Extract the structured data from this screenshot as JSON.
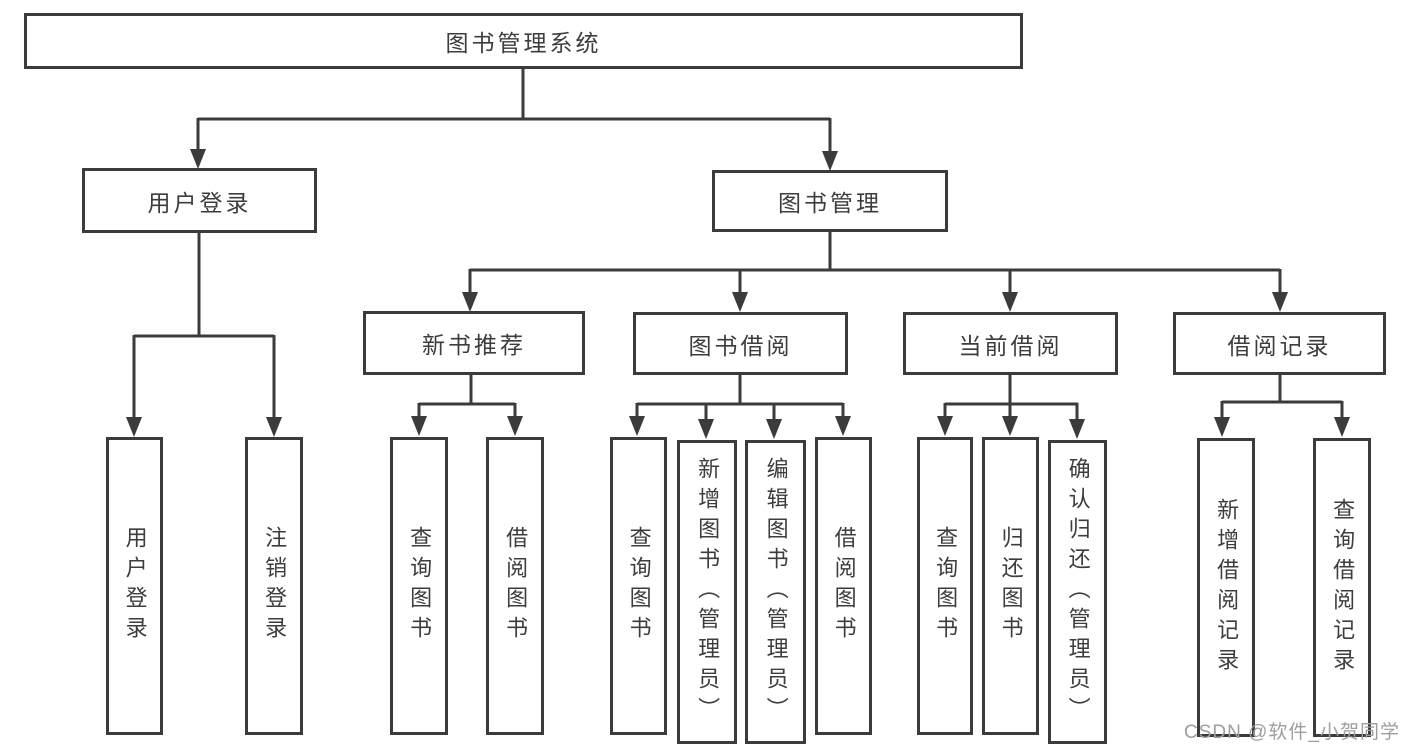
{
  "tree": {
    "root": {
      "label": "图书管理系统"
    },
    "branches": [
      {
        "label": "用户登录",
        "leaves": [
          {
            "label": "用户登录"
          },
          {
            "label": "注销登录"
          }
        ]
      },
      {
        "label": "图书管理",
        "groups": [
          {
            "label": "新书推荐",
            "leaves": [
              {
                "label": "查询图书"
              },
              {
                "label": "借阅图书"
              }
            ]
          },
          {
            "label": "图书借阅",
            "leaves": [
              {
                "label": "查询图书"
              },
              {
                "label": "新增图书（管理员）"
              },
              {
                "label": "编辑图书（管理员）"
              },
              {
                "label": "借阅图书"
              }
            ]
          },
          {
            "label": "当前借阅",
            "leaves": [
              {
                "label": "查询图书"
              },
              {
                "label": "归还图书"
              },
              {
                "label": "确认归还（管理员）"
              }
            ]
          },
          {
            "label": "借阅记录",
            "leaves": [
              {
                "label": "新增借阅记录"
              },
              {
                "label": "查询借阅记录"
              }
            ]
          }
        ]
      }
    ]
  },
  "watermark": {
    "text": "CSDN @软件_小贺同学"
  },
  "colors": {
    "line": "#3b3b3b",
    "text": "#3d3d3d",
    "watermark_text": "#9e9ea2",
    "background": "#ffffff"
  }
}
